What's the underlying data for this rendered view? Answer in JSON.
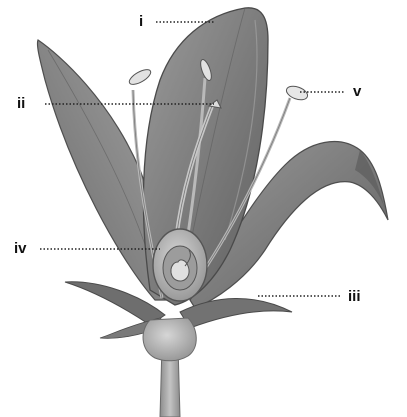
{
  "diagram": {
    "labels": {
      "i": "i",
      "ii": "ii",
      "iii": "iii",
      "iv": "iv",
      "v": "v"
    }
  }
}
